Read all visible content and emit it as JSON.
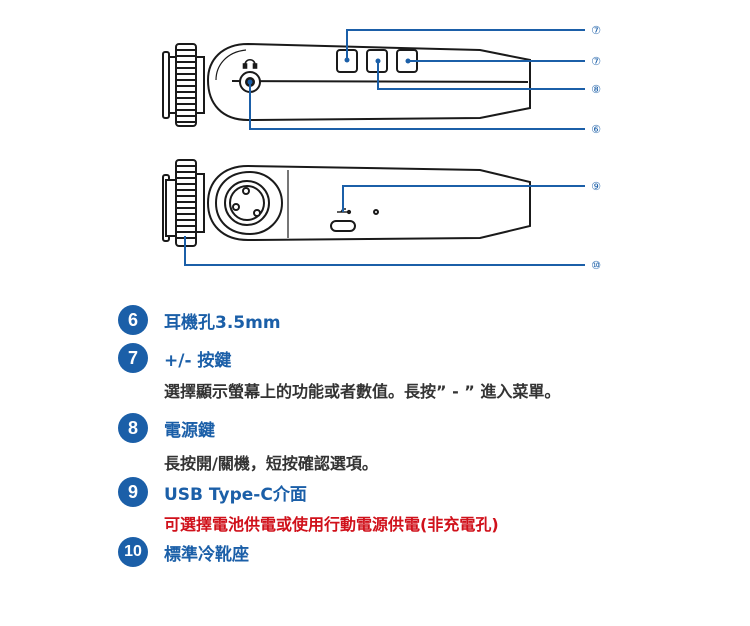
{
  "colors": {
    "accent": "#1b5fa8",
    "warning": "#d0111b",
    "device": "#1a1a1a"
  },
  "callouts": {
    "c1": "⑦",
    "c2": "⑦",
    "c3": "⑧",
    "c4": "⑥",
    "c5": "⑨",
    "c6": "⑩"
  },
  "legend": {
    "item6": {
      "num": "6",
      "title": "耳機孔3.5mm"
    },
    "item7": {
      "num": "7",
      "title": "+/- 按鍵",
      "desc": "選擇顯示螢幕上的功能或者數值。長按” - ” 進入菜單。"
    },
    "item8": {
      "num": "8",
      "title": "電源鍵",
      "desc": "長按開/關機，短按確認選項。"
    },
    "item9": {
      "num": "9",
      "title": "USB Type-C介面",
      "desc": "可選擇電池供電或使用行動電源供電(非充電孔)"
    },
    "item10": {
      "num": "10",
      "title": "標準冷靴座"
    }
  }
}
